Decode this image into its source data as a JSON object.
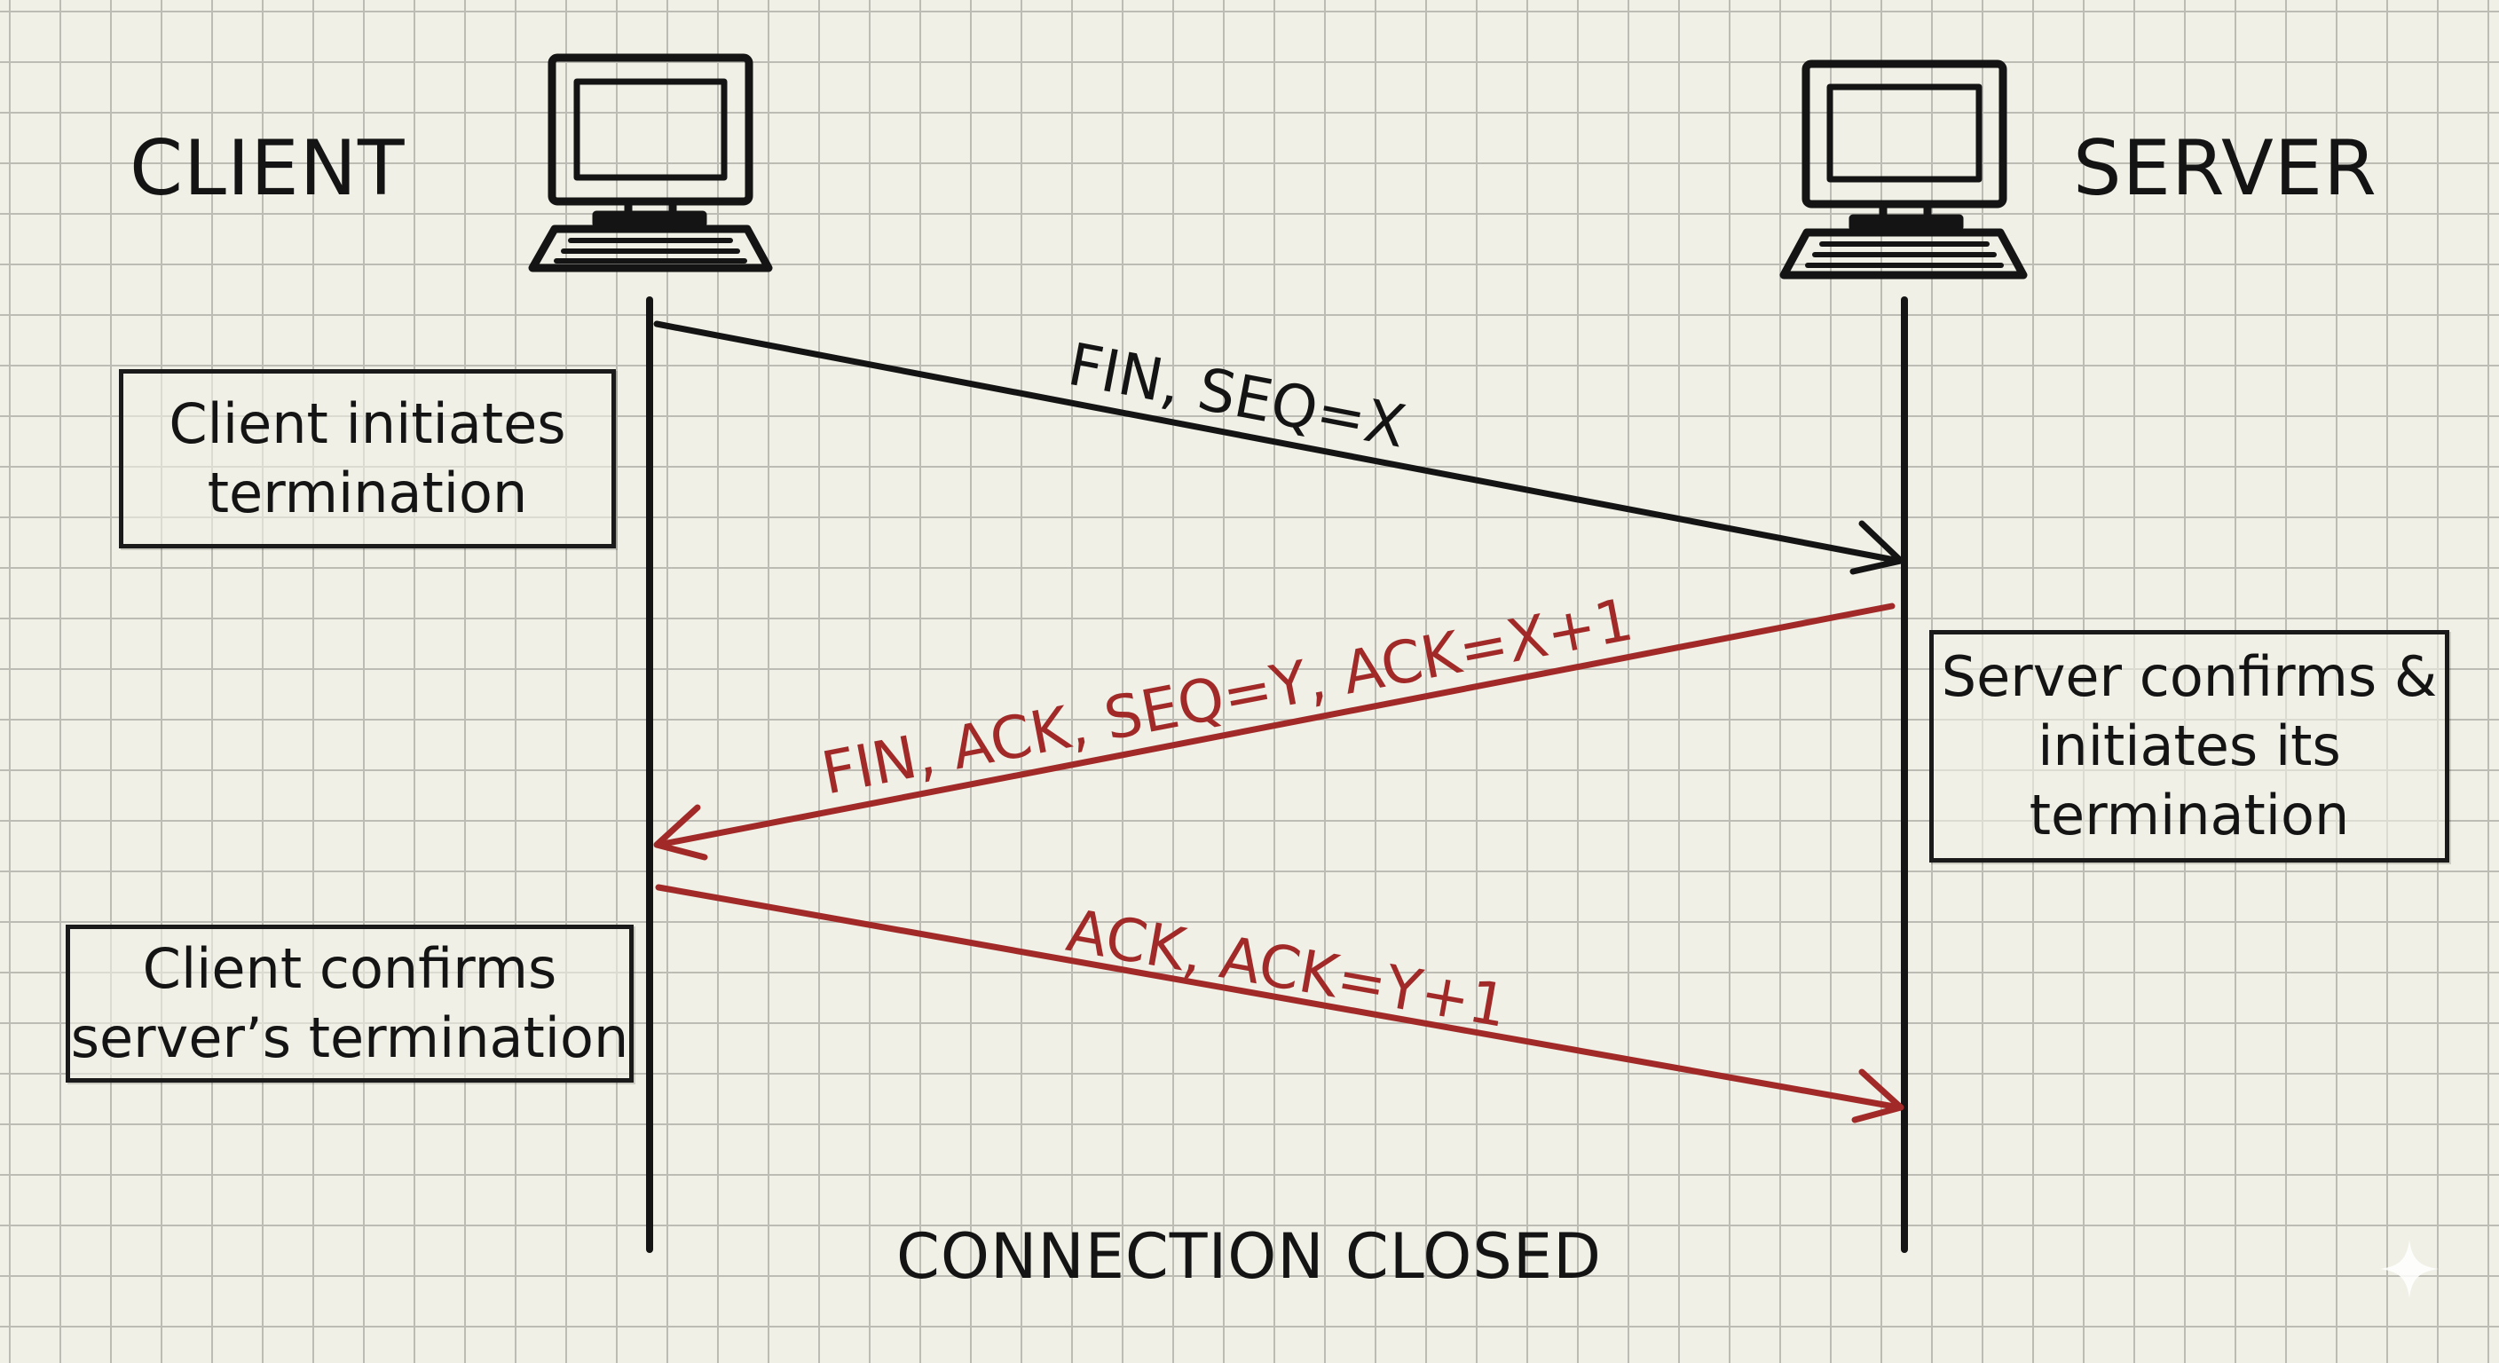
{
  "client": {
    "label": "CLIENT"
  },
  "server": {
    "label": "SERVER"
  },
  "notes": {
    "client_initiates": "Client initiates termination",
    "server_confirms": "Server confirms & initiates its termination",
    "client_confirms": "Client confirms server’s termination"
  },
  "messages": [
    {
      "label": "FIN, SEQ=X",
      "direction": "client-to-server",
      "color": "#141414"
    },
    {
      "label": "FIN, ACK, SEQ=Y, ACK=X+1",
      "direction": "server-to-client",
      "color": "#a12a28"
    },
    {
      "label": "ACK, ACK=Y+1",
      "direction": "client-to-server",
      "color": "#a12a28"
    }
  ],
  "footer": {
    "label": "CONNECTION CLOSED"
  },
  "icons": {
    "client": "computer-icon",
    "server": "computer-icon"
  },
  "colors": {
    "ink": "#141414",
    "accent_red": "#a12a28",
    "paper": "#f0f0e6"
  }
}
